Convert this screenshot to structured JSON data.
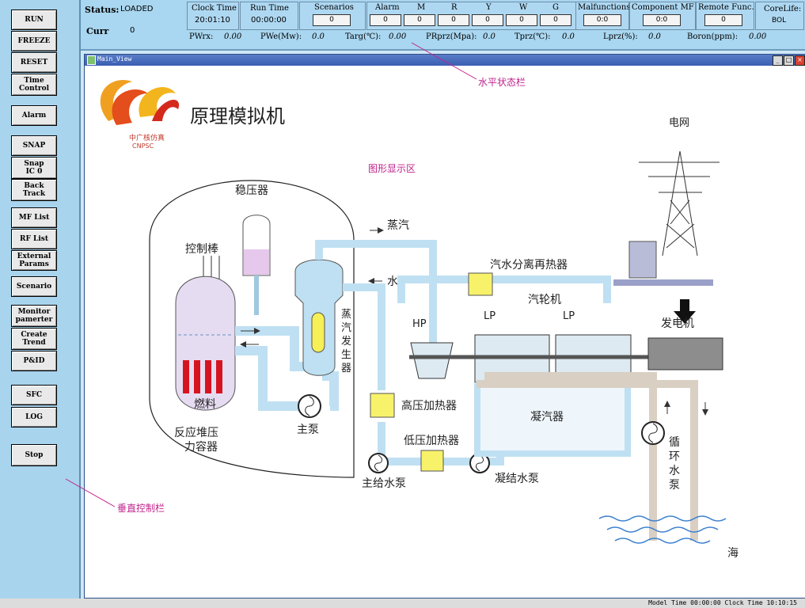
{
  "sidebar": {
    "buttons": [
      {
        "label": "RUN"
      },
      {
        "label": "FREEZE"
      },
      {
        "label": "RESET"
      },
      {
        "label": "Time\nControl"
      },
      {
        "label": "Alarm"
      },
      {
        "label": "SNAP"
      },
      {
        "label": "Snap\nIC 0"
      },
      {
        "label": "Back\nTrack"
      },
      {
        "label": "MF List"
      },
      {
        "label": "RF List"
      },
      {
        "label": "External\nParams"
      },
      {
        "label": "Scenario"
      },
      {
        "label": "Monitor\npamerter"
      },
      {
        "label": "Create\nTrend"
      },
      {
        "label": "P&ID"
      },
      {
        "label": "SFC"
      },
      {
        "label": "LOG"
      },
      {
        "label": "Stop"
      }
    ]
  },
  "status_bar": {
    "status_label": "Status:",
    "status_value": "LOADED",
    "curr_label": "Curr",
    "curr_value": "0",
    "clock_time_label": "Clock Time",
    "clock_time_value": "20:01:10",
    "run_time_label": "Run Time",
    "run_time_value": "00:00:00",
    "scenarios_label": "Scenarios",
    "scenarios_value": "0",
    "alarm_label": "Alarm",
    "alarm_value": "0",
    "alarm_m_label": "M",
    "alarm_m_value": "0",
    "alarm_r_label": "R",
    "alarm_r_value": "0",
    "alarm_y_label": "Y",
    "alarm_y_value": "0",
    "alarm_w_label": "W",
    "alarm_w_value": "0",
    "alarm_g_label": "G",
    "alarm_g_value": "0",
    "malfunctions_label": "Malfunctions",
    "malfunctions_value": "0:0",
    "component_mf_label": "Component MF",
    "component_mf_value": "0:0",
    "remote_func_label": "Remote Func.",
    "remote_func_value": "0",
    "corelife_label": "CoreLife:",
    "corelife_value": "BOL",
    "readings": [
      {
        "label": "PWrx:",
        "value": "0.00"
      },
      {
        "label": "PWe(Mw):",
        "value": "0.0"
      },
      {
        "label": "Targ(℃):",
        "value": "0.00"
      },
      {
        "label": "PRprz(Mpa):",
        "value": "0.0"
      },
      {
        "label": "Tprz(℃):",
        "value": "0.0"
      },
      {
        "label": "Lprz(%):",
        "value": "0.0"
      },
      {
        "label": "Boron(ppm):",
        "value": "0.00"
      }
    ]
  },
  "window": {
    "title": "Main_View"
  },
  "diagram": {
    "title": "原理模拟机",
    "logo_text_cn": "中广核仿真",
    "logo_text_en": "CNPSC",
    "display_area_label": "图形显示区",
    "labels": {
      "pressurizer": "稳压器",
      "control_rods": "控制棒",
      "fuel": "燃料",
      "reactor_vessel_1": "反应堆压",
      "reactor_vessel_2": "力容器",
      "main_pump": "主泵",
      "steam_gen_1": "蒸",
      "steam_gen_2": "汽",
      "steam_gen_3": "发",
      "steam_gen_4": "生",
      "steam_gen_5": "器",
      "steam": "蒸汽",
      "water": "水",
      "msr": "汽水分离再热器",
      "turbine": "汽轮机",
      "hp": "HP",
      "lp1": "LP",
      "lp2": "LP",
      "generator": "发电机",
      "grid": "电网",
      "hp_heater": "高压加热器",
      "lp_heater": "低压加热器",
      "condenser": "凝汽器",
      "main_feed_pump": "主给水泵",
      "condensate_pump": "凝结水泵",
      "circ_pump_1": "循",
      "circ_pump_2": "环",
      "circ_pump_3": "水",
      "circ_pump_4": "泵",
      "sea": "海"
    }
  },
  "annotations": {
    "horizontal_status_bar": "水平状态栏",
    "vertical_control_bar": "垂直控制栏"
  },
  "bottom_status": {
    "text": "Model Time 00:00:00 Clock Time 10:10:15"
  },
  "colors": {
    "pipe_blue": "#bfe0f2",
    "vessel_purple": "#e6dcf2",
    "heater_yellow": "#f7f26a",
    "fuel_red": "#d6141f",
    "annotation_pink": "#c0238c"
  }
}
